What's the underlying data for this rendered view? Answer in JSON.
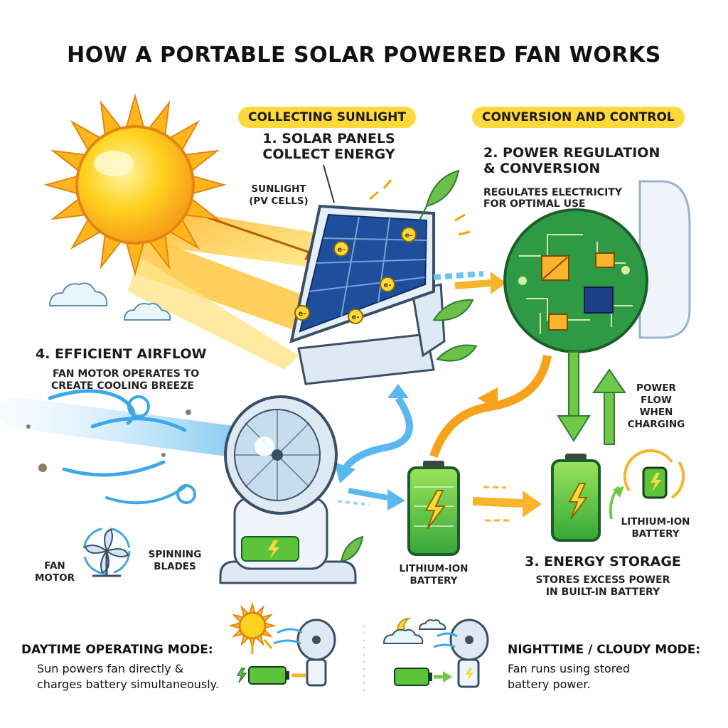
{
  "title": "HOW A PORTABLE SOLAR POWERED FAN WORKS",
  "sections": {
    "collecting": "COLLECTING SUNLIGHT",
    "conversion": "CONVERSION AND CONTROL"
  },
  "steps": {
    "step1": {
      "title_line1": "1. SOLAR PANELS",
      "title_line2": "COLLECT ENERGY"
    },
    "step2": {
      "title_line1": "2. POWER REGULATION",
      "title_line2": "& CONVERSION",
      "desc_line1": "REGULATES ELECTRICITY",
      "desc_line2": "FOR OPTIMAL USE"
    },
    "step3": {
      "title": "3. ENERGY STORAGE",
      "desc_line1": "STORES EXCESS POWER",
      "desc_line2": "IN BUILT-IN BATTERY"
    },
    "step4": {
      "title": "4. EFFICIENT AIRFLOW",
      "desc_line1": "FAN MOTOR OPERATES TO",
      "desc_line2": "CREATE COOLING BREEZE"
    }
  },
  "labels": {
    "sunlight_line1": "SUNLIGHT",
    "sunlight_line2": "(PV CELLS)",
    "power_flow_line1": "POWER",
    "power_flow_line2": "FLOW",
    "power_flow_line3": "WHEN",
    "power_flow_line4": "CHARGING",
    "battery_left_line1": "LITHIUM-ION",
    "battery_left_line2": "BATTERY",
    "battery_right_line1": "LITHIUM-ION",
    "battery_right_line2": "BATTERY",
    "fan_motor_line1": "FAN",
    "fan_motor_line2": "MOTOR",
    "spinning_line1": "SPINNING",
    "spinning_line2": "BLADES",
    "electron": "e-"
  },
  "modes": {
    "day": {
      "title": "DAYTIME OPERATING MODE:",
      "line1": "Sun powers fan directly &",
      "line2": "charges battery simultaneously."
    },
    "night": {
      "title": "NIGHTTIME / CLOUDY MODE:",
      "line1": "Fan runs using stored",
      "line2": "battery power."
    }
  },
  "colors": {
    "accent_yellow": "#ffd93b",
    "sun_orange": "#f7a21b",
    "circuit_green": "#2f9a46",
    "battery_green": "#5cc43a",
    "flow_blue": "#3fa7e8",
    "panel_blue": "#1f4f9c"
  }
}
